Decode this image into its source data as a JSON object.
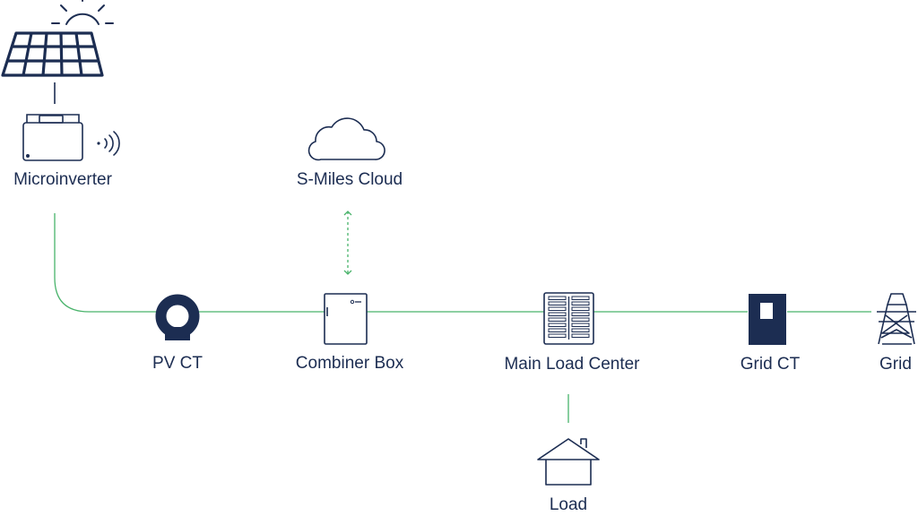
{
  "colors": {
    "icon": "#1c2d52",
    "connector": "#49b36b",
    "text": "#1c2d52",
    "background": "#ffffff"
  },
  "nodes": {
    "microinverter": {
      "label": "Microinverter",
      "icon": "microinverter-icon"
    },
    "solar_panel": {
      "icon": "solar-panel-icon"
    },
    "sun": {
      "icon": "sun-icon"
    },
    "wireless": {
      "icon": "wireless-signal-icon"
    },
    "cloud": {
      "label": "S-Miles Cloud",
      "icon": "cloud-icon"
    },
    "pv_ct": {
      "label": "PV CT",
      "icon": "current-transformer-icon"
    },
    "combiner_box": {
      "label": "Combiner Box",
      "icon": "combiner-box-icon"
    },
    "main_load_center": {
      "label": "Main Load Center",
      "icon": "breaker-panel-icon"
    },
    "grid_ct": {
      "label": "Grid CT",
      "icon": "meter-icon"
    },
    "grid": {
      "label": "Grid",
      "icon": "transmission-tower-icon"
    },
    "load": {
      "label": "Load",
      "icon": "house-icon"
    }
  },
  "connections": [
    {
      "from": "solar_panel",
      "to": "microinverter",
      "style": "solid"
    },
    {
      "from": "microinverter",
      "to": "pv_ct",
      "style": "solid"
    },
    {
      "from": "pv_ct",
      "to": "combiner_box",
      "style": "solid"
    },
    {
      "from": "combiner_box",
      "to": "cloud",
      "style": "dashed-bidirectional"
    },
    {
      "from": "combiner_box",
      "to": "main_load_center",
      "style": "solid"
    },
    {
      "from": "main_load_center",
      "to": "grid_ct",
      "style": "solid"
    },
    {
      "from": "grid_ct",
      "to": "grid",
      "style": "solid"
    },
    {
      "from": "main_load_center",
      "to": "load",
      "style": "solid"
    }
  ]
}
